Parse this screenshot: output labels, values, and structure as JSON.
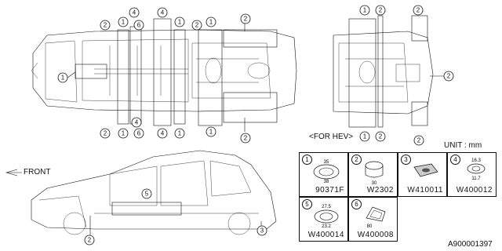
{
  "labels": {
    "front": "FRONT",
    "for_hev": "<FOR HEV>",
    "unit": "UNIT : mm",
    "diagram_code": "A900001397"
  },
  "parts": [
    {
      "num": "1",
      "part_no": "90371F",
      "dims": [
        "35",
        "38"
      ]
    },
    {
      "num": "2",
      "part_no": "W2302",
      "dims": [
        "30"
      ]
    },
    {
      "num": "3",
      "part_no": "W410011",
      "dims": []
    },
    {
      "num": "4",
      "part_no": "W400012",
      "dims": [
        "16.3",
        "11.7"
      ]
    },
    {
      "num": "5",
      "part_no": "W400014",
      "dims": [
        "27.5",
        "23.2"
      ]
    },
    {
      "num": "6",
      "part_no": "W400008",
      "dims": [
        "80"
      ]
    }
  ],
  "callouts": {
    "one": "1",
    "two": "2",
    "three": "3",
    "four": "4",
    "five": "5",
    "six": "6"
  }
}
